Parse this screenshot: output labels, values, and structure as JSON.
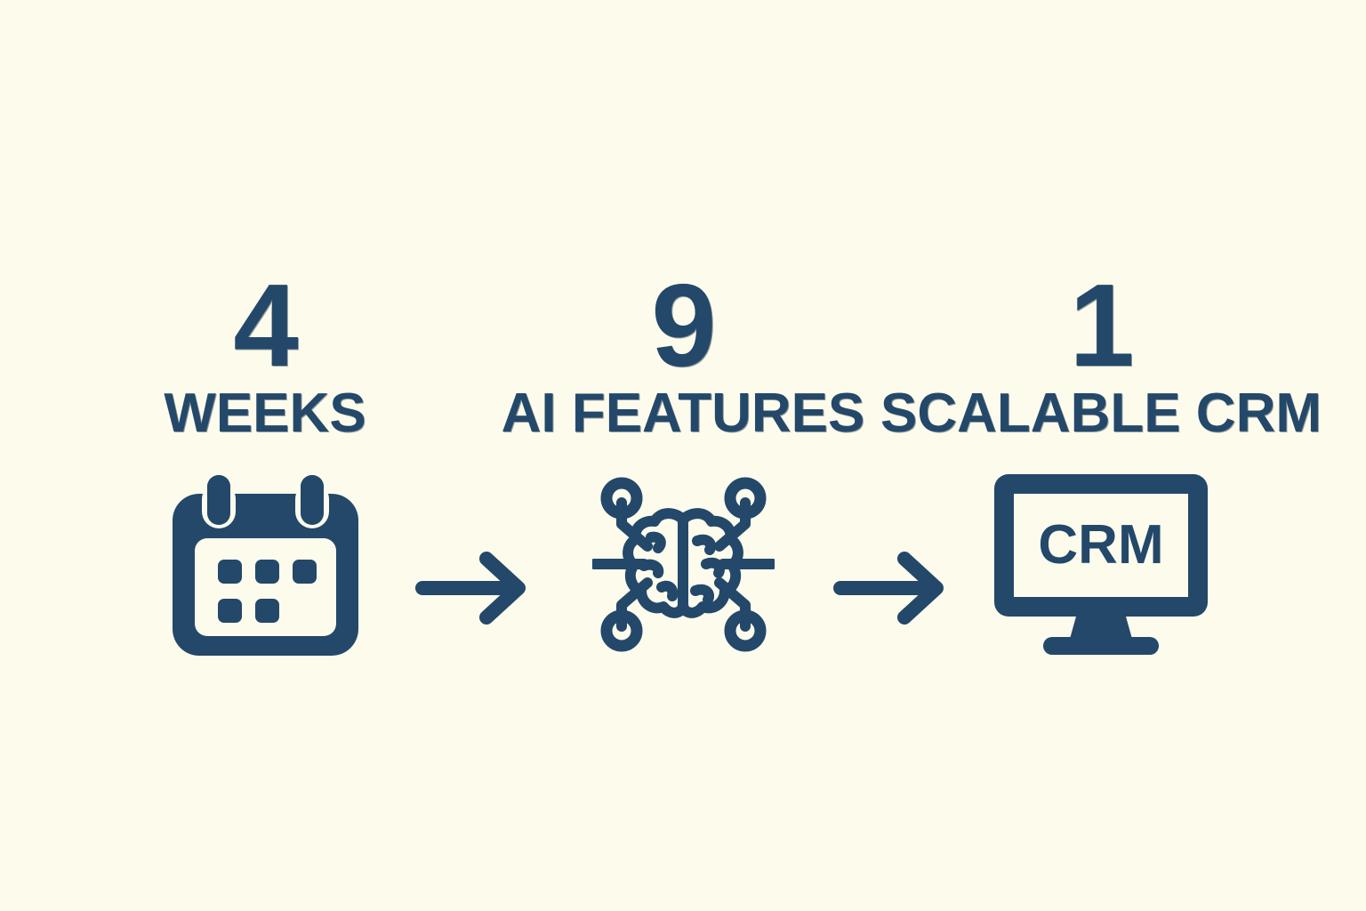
{
  "theme": {
    "background_color": "#fdfbec",
    "accent_color": "#23486a"
  },
  "steps": [
    {
      "number": "4",
      "label": "WEEKS",
      "icon": "calendar-icon",
      "icon_name": "calendar"
    },
    {
      "number": "9",
      "label": "AI FEATURES",
      "icon": "ai-brain-network-icon",
      "icon_name": "ai-brain-network"
    },
    {
      "number": "1",
      "label": "SCALABLE CRM",
      "icon": "crm-monitor-icon",
      "icon_name": "crm-monitor",
      "screen_text": "CRM"
    }
  ],
  "connectors": [
    {
      "name": "arrow-right-icon",
      "direction": "right"
    },
    {
      "name": "arrow-right-icon",
      "direction": "right"
    }
  ]
}
